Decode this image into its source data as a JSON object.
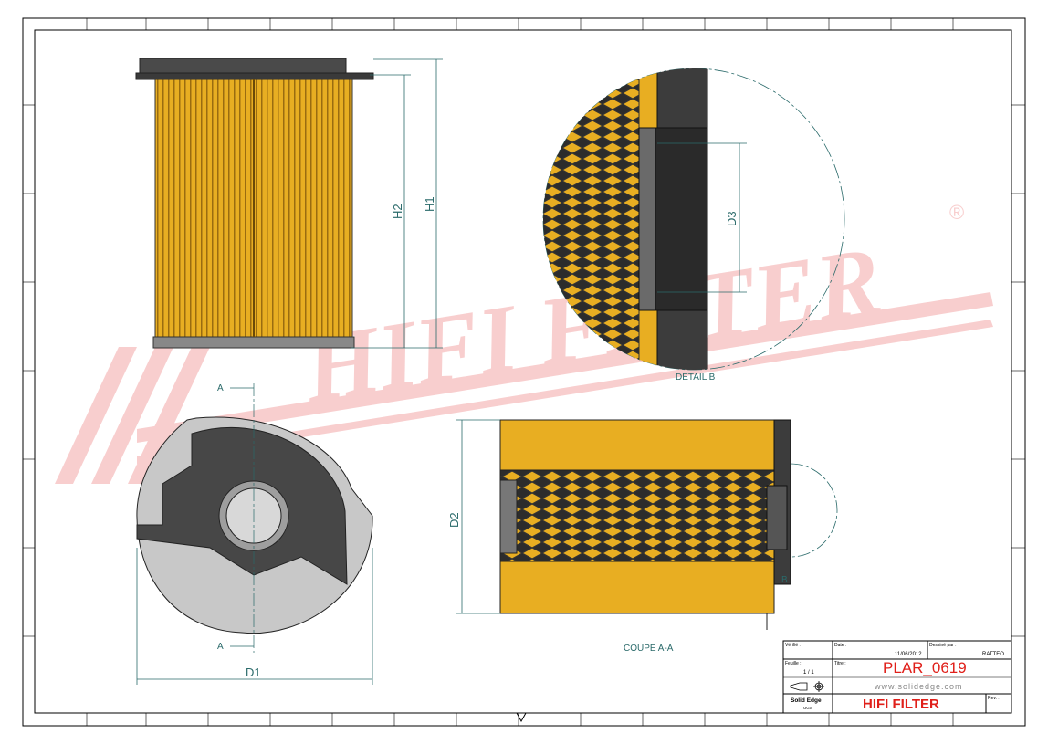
{
  "drawing": {
    "dimensions": {
      "h1": "H1",
      "h2": "H2",
      "d1": "D1",
      "d2": "D2",
      "d3": "D3"
    },
    "section_marker": "A",
    "detail_marker": "B",
    "detail_label": "DETAIL B",
    "section_label": "COUPE A-A",
    "watermark": "HIFI FILTER",
    "watermark_mark": "®"
  },
  "title_block": {
    "date_label": "Date :",
    "date": "11/06/2012",
    "designer_label": "Dessiné par :",
    "designer": "RATTEO",
    "sheet_label": "Feuille :",
    "sheet": "1 / 1",
    "title_label": "Titre :",
    "title": "PLAR_0619",
    "website": "www.solidedge.com",
    "software": "Solid Edge",
    "software_sub": "UGS",
    "company": "HIFI FILTER",
    "rev_label": "Rev. :",
    "checked_label": "Vérifié :"
  },
  "colors": {
    "filter_media": "#e8ae22",
    "body": "#4a4a4a",
    "title_red": "#e0201a",
    "watermark": "#f7c6c6",
    "dim_line": "#2a6a6a"
  }
}
